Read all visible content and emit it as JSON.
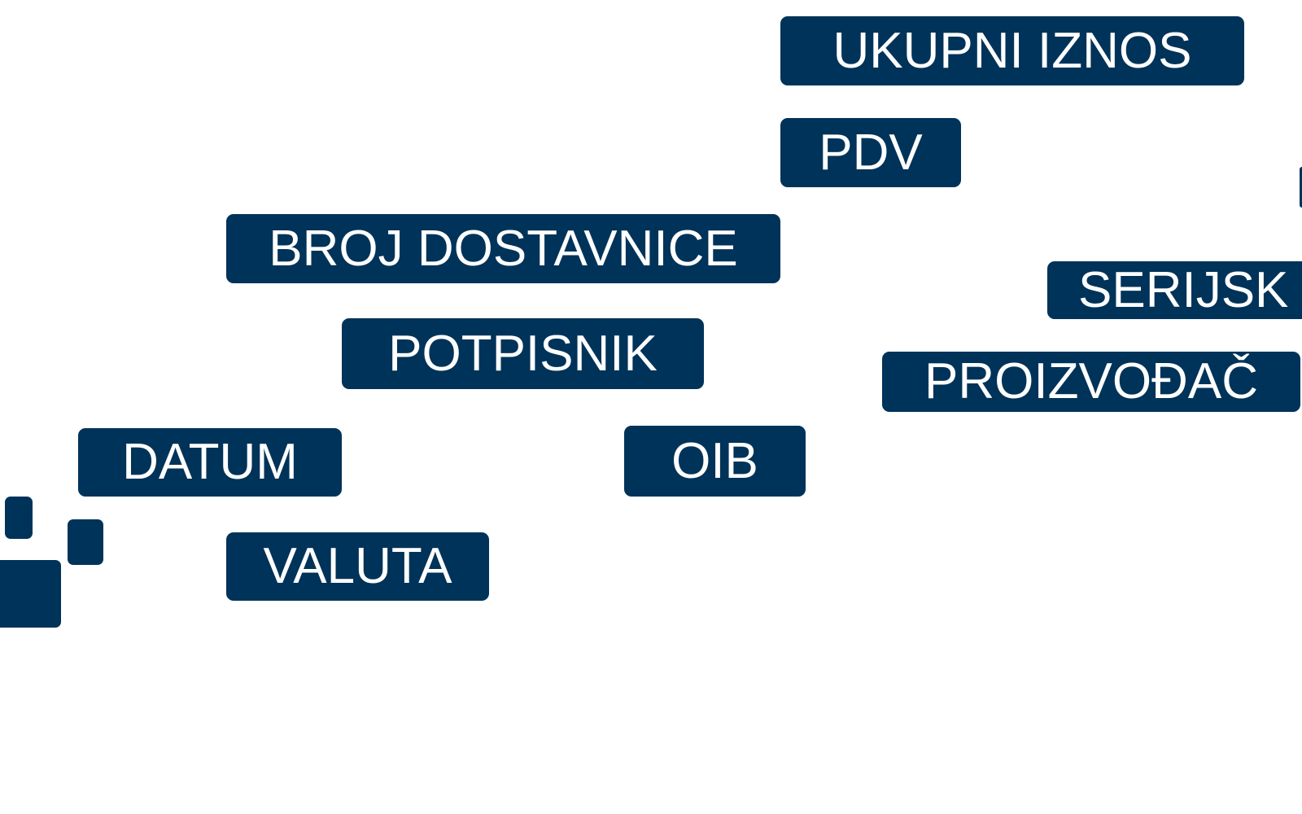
{
  "colors": {
    "tag_background": "#003359",
    "tag_text": "#ffffff",
    "page_background": "#ffffff"
  },
  "tags": {
    "ukupni_iznos": "UKUPNI IZNOS",
    "pdv": "PDV",
    "broj_dostavnice": "BROJ DOSTAVNICE",
    "serijski": "SERIJSK",
    "potpisnik": "POTPISNIK",
    "proizvodac": "PROIZVOĐAČ",
    "datum": "DATUM",
    "oib": "OIB",
    "valuta": "VALUTA"
  }
}
